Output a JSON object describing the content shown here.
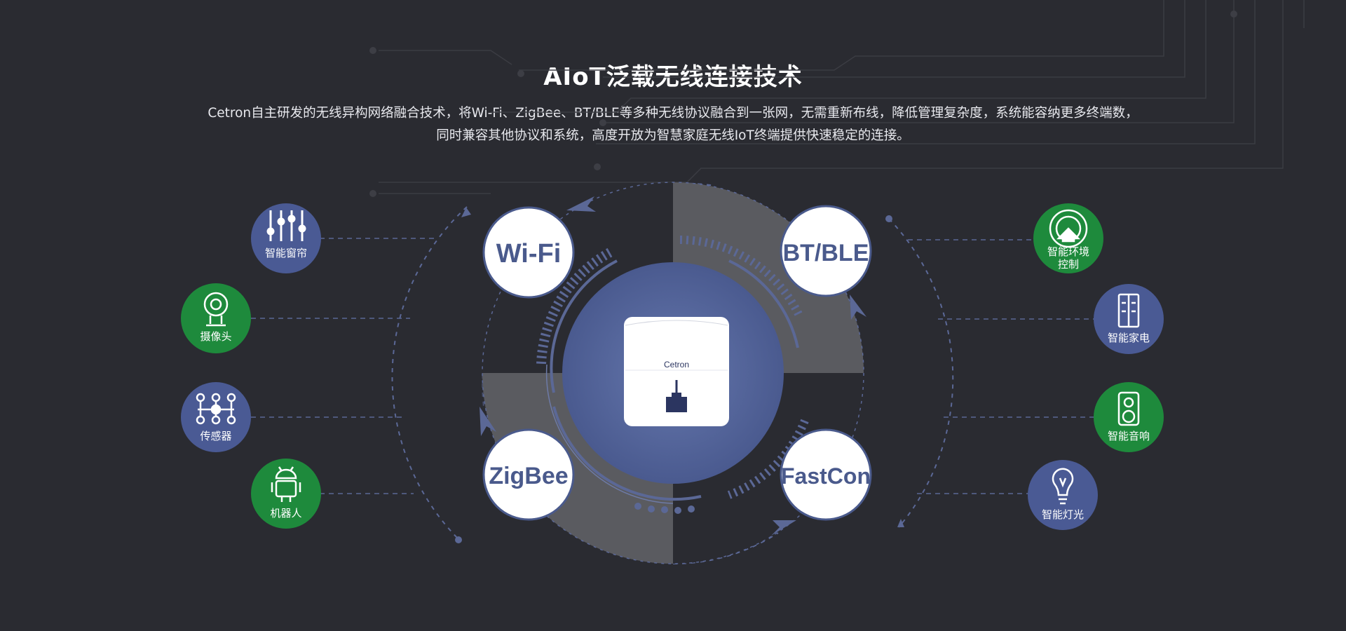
{
  "header": {
    "title": "AIoT泛载无线连接技术",
    "desc_line1": "Cetron自主研发的无线异构网络融合技术，将Wi-Fi、ZigBee、BT/BLE等多种无线协议融合到一张网，无需重新布线，降低管理复杂度，系统能容纳更多终端数，",
    "desc_line2": "同时兼容其他协议和系统，高度开放为智慧家庭无线IoT终端提供快速稳定的连接。"
  },
  "hub": {
    "brand": "Cetron"
  },
  "protocols": [
    {
      "id": "wifi",
      "label": "Wi-Fi"
    },
    {
      "id": "bt",
      "label": "BT/BLE"
    },
    {
      "id": "zigbee",
      "label": "ZigBee"
    },
    {
      "id": "fastcon",
      "label": "FastCon"
    }
  ],
  "devices_left": [
    {
      "label": "智能窗帘",
      "icon": "curtain-sliders-icon",
      "color": "#4a5a94"
    },
    {
      "label": "摄像头",
      "icon": "camera-icon",
      "color": "#1e8a3c"
    },
    {
      "label": "传感器",
      "icon": "sensor-network-icon",
      "color": "#4a5a94"
    },
    {
      "label": "机器人",
      "icon": "robot-icon",
      "color": "#1e8a3c"
    }
  ],
  "devices_right": [
    {
      "label_line1": "智能环境",
      "label_line2": "控制",
      "icon": "environment-home-icon",
      "color": "#1e8a3c"
    },
    {
      "label_line1": "智能家电",
      "label_line2": "",
      "icon": "fridge-icon",
      "color": "#4a5a94"
    },
    {
      "label_line1": "智能音响",
      "label_line2": "",
      "icon": "speaker-icon",
      "color": "#1e8a3c"
    },
    {
      "label_line1": "智能灯光",
      "label_line2": "",
      "icon": "bulb-icon",
      "color": "#4a5a94"
    }
  ],
  "colors": {
    "background": "#2a2b31",
    "accent_blue": "#56689f",
    "accent_green": "#1e8a3c",
    "grey_quadrant": "#5a5b60"
  }
}
